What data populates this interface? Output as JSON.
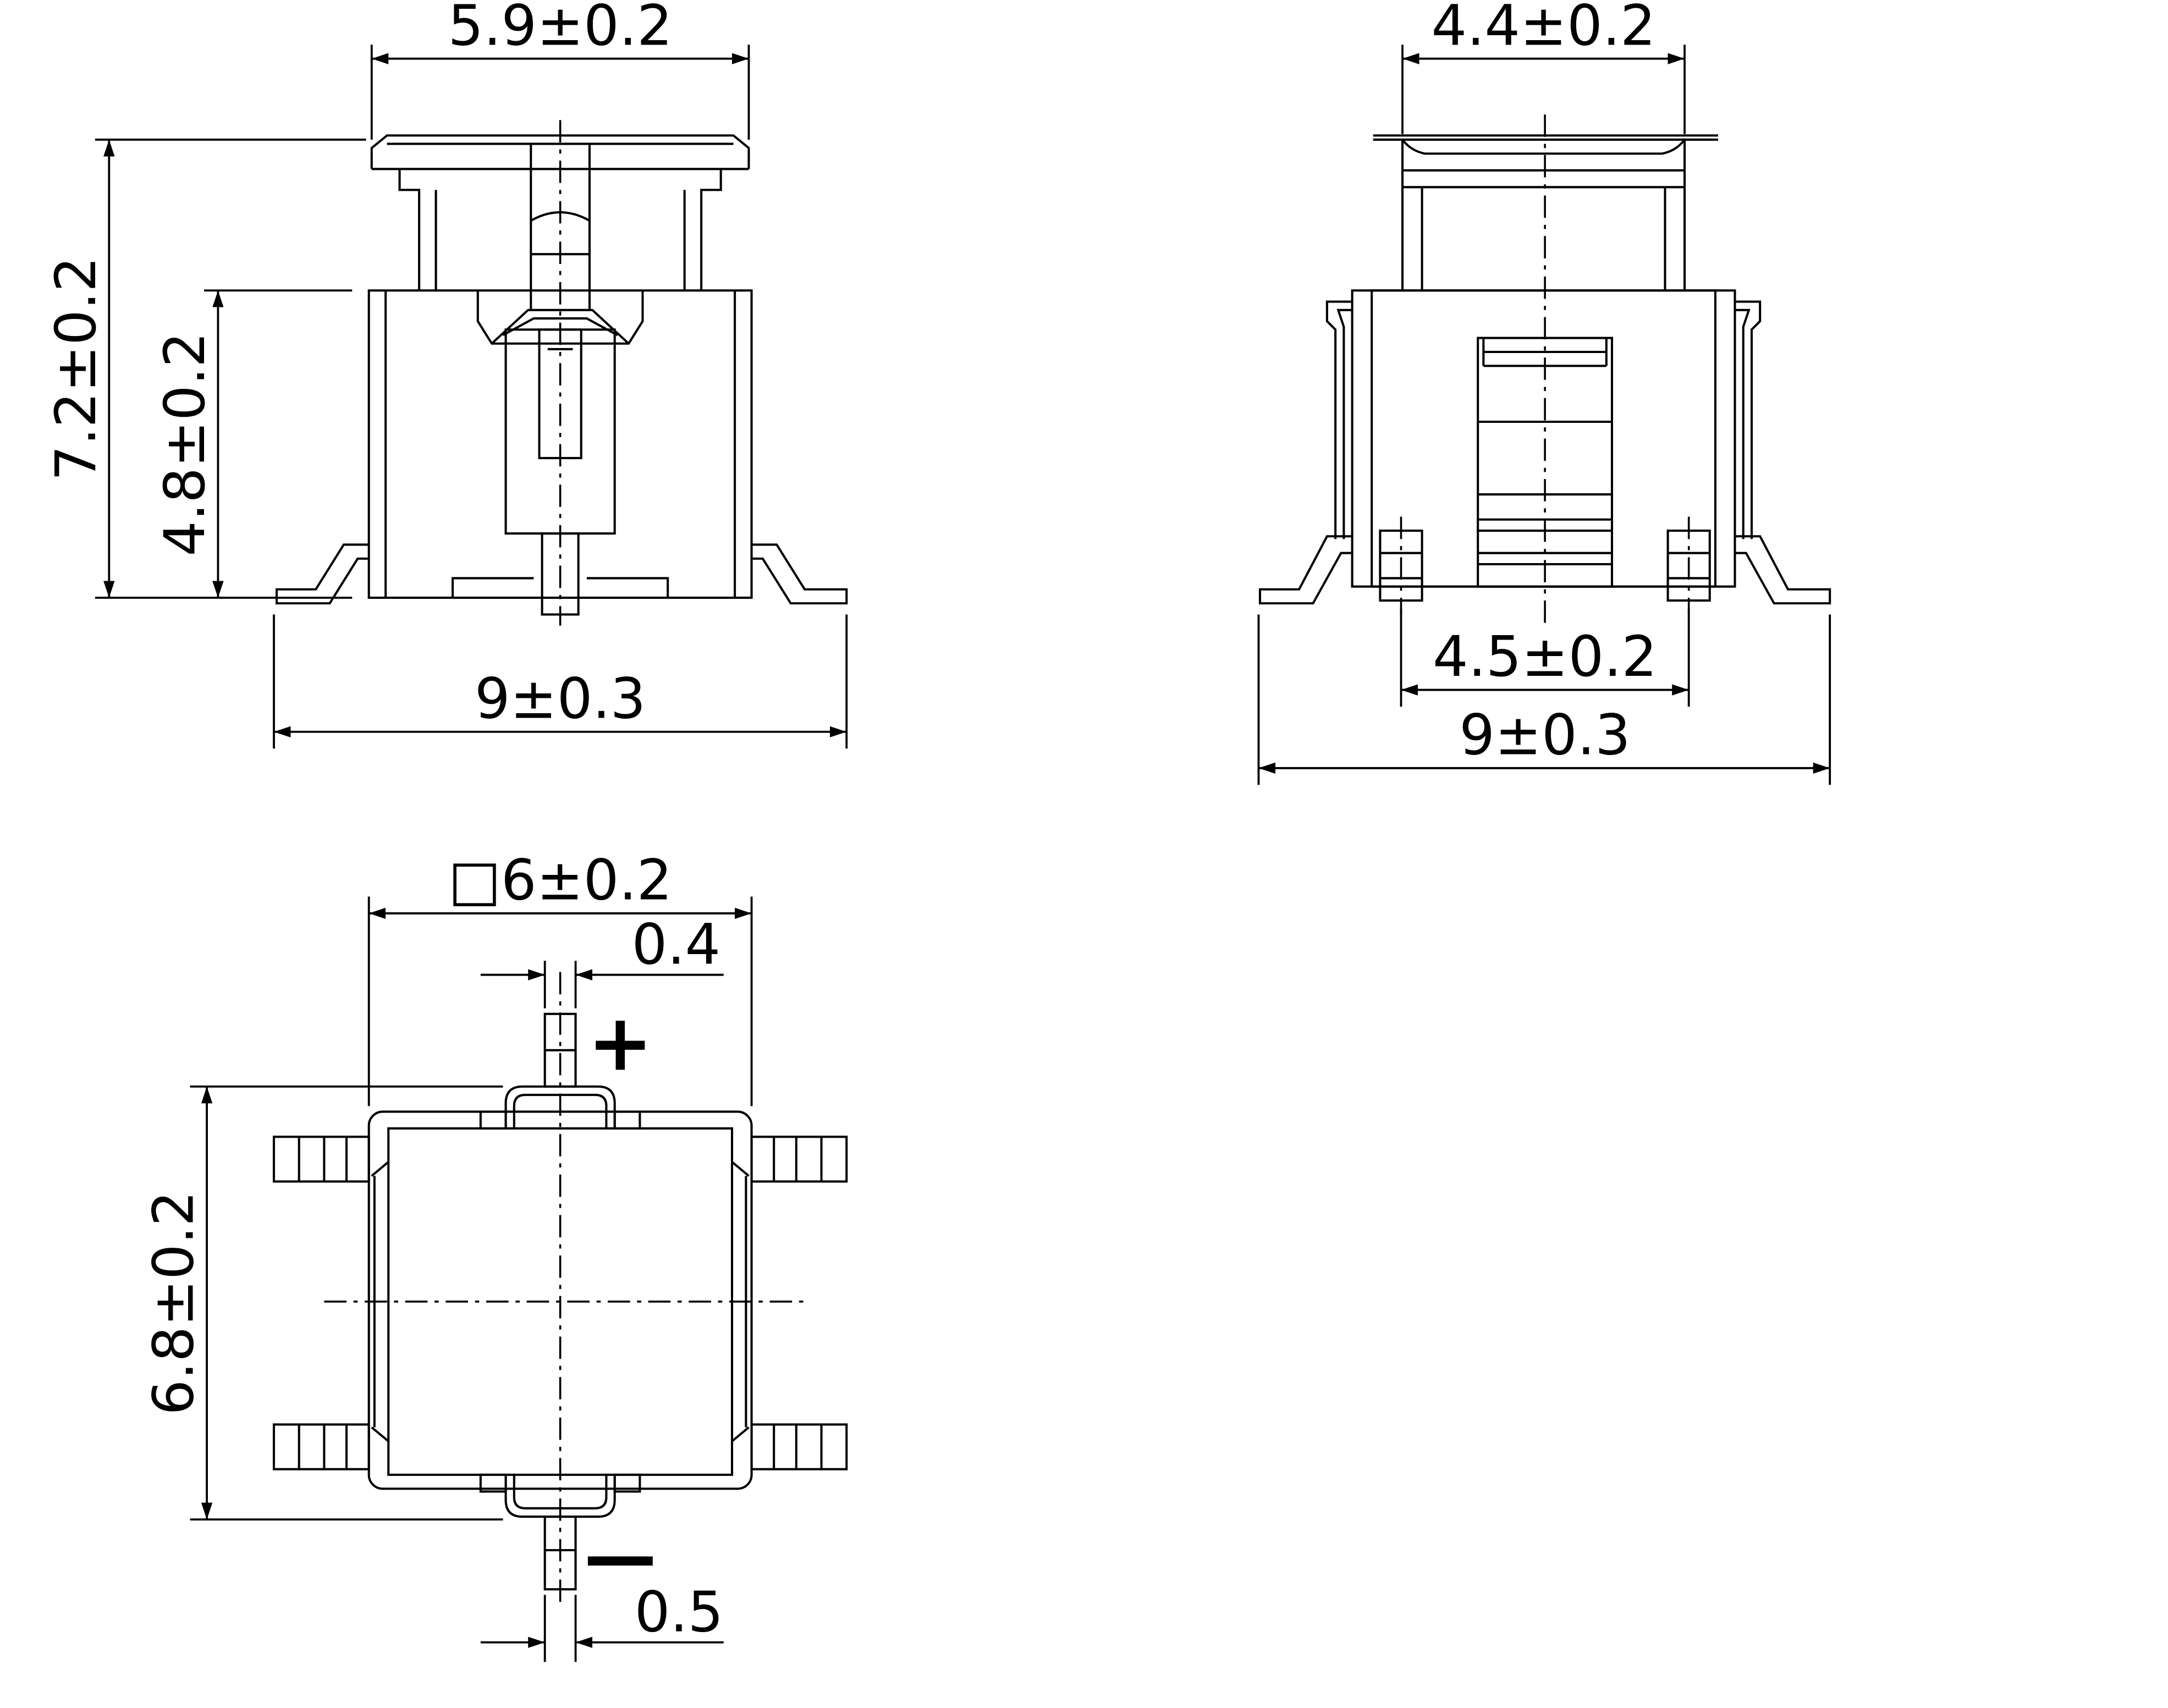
{
  "front_view": {
    "dims": {
      "top_width": "5.9±0.2",
      "height_total": "7.2±0.2",
      "height_body": "4.8±0.2",
      "lead_span": "9±0.3"
    }
  },
  "side_view": {
    "dims": {
      "top_width": "4.4±0.2",
      "pin_pitch": "4.5±0.2",
      "lead_span": "9±0.3"
    }
  },
  "top_view": {
    "dims": {
      "body_square": "□6±0.2",
      "body_length": "6.8±0.2",
      "pin_width_top": "0.4",
      "pin_width_bottom": "0.5"
    },
    "polarity": {
      "plus": "+",
      "minus": "—"
    }
  }
}
